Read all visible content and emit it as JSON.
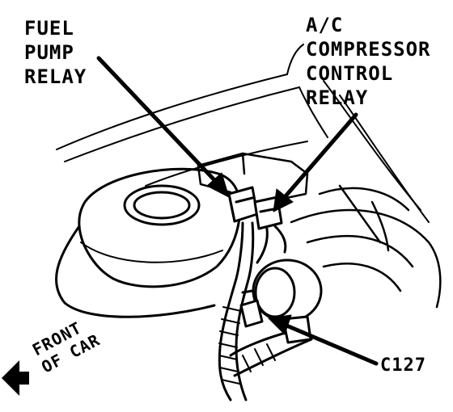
{
  "labels": {
    "fuel_pump_relay": "FUEL\nPUMP\nRELAY",
    "ac_compressor_control_relay": "A/C\nCOMPRESSOR\nCONTROL\nRELAY",
    "connector": "C127",
    "front_of_car": "FRONT\nOF CAR"
  },
  "colors": {
    "ink": "#000000",
    "paper": "#ffffff"
  }
}
